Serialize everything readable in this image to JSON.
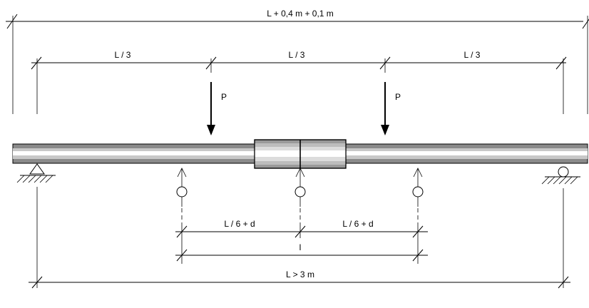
{
  "diagram": {
    "dimensions": {
      "overall": "L + 0,4 m  +  0,1 m",
      "third_left": "L / 3",
      "third_middle": "L / 3",
      "third_right": "L / 3",
      "half_left": "L / 6 + d",
      "half_right": "L / 6 + d",
      "gauge": "l",
      "span": "L > 3 m"
    },
    "loads": {
      "left": "P",
      "right": "P"
    },
    "colors": {
      "beam_dark": "#8a8a8a",
      "beam_mid": "#c8c8c8",
      "beam_light": "#ffffff",
      "line": "#000000"
    }
  }
}
